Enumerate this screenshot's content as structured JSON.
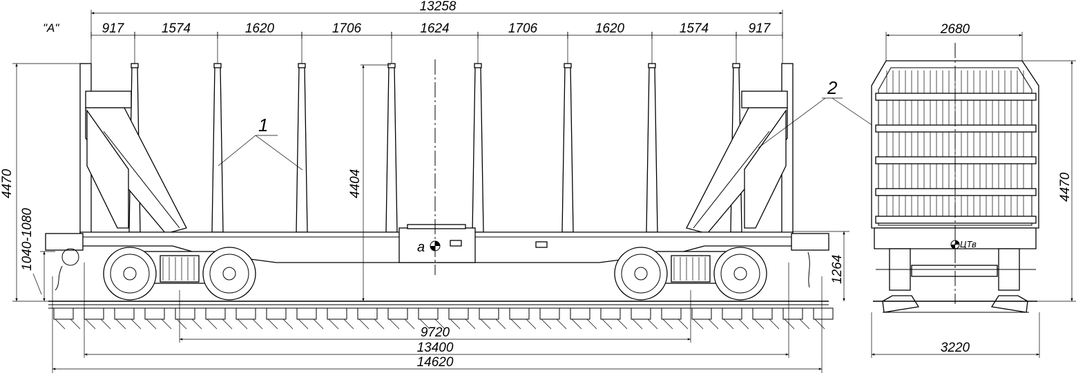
{
  "view_label": "\"A\"",
  "top_overall": "13258",
  "top_segments": [
    "917",
    "1574",
    "1620",
    "1706",
    "1624",
    "1706",
    "1620",
    "1574",
    "917"
  ],
  "end_top_width": "2680",
  "height_left": "4470",
  "coupler_height": "1040-1080",
  "height_center": "4404",
  "floor_height": "1264",
  "height_right": "4470",
  "bottom_9720": "9720",
  "bottom_13400": "13400",
  "bottom_14620": "14620",
  "end_bottom_width": "3220",
  "callout_1": "1",
  "callout_2": "2",
  "center_mark": "a",
  "cg_mark": "ЦТв"
}
